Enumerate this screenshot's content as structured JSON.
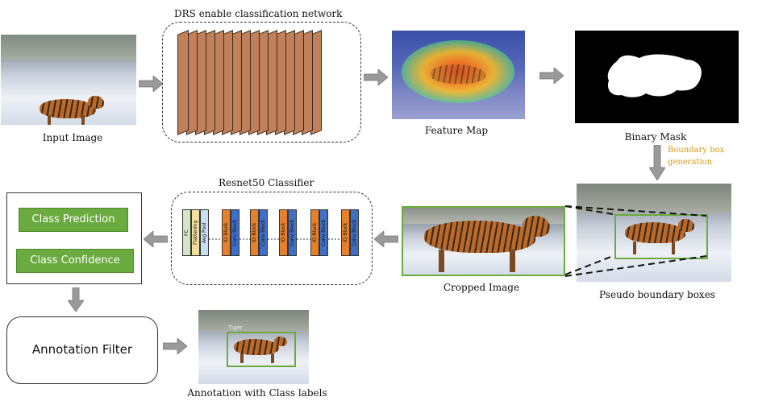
{
  "titles": {
    "drs": "DRS enable classification network",
    "resnet": "Resnet50 Classifier"
  },
  "captions": {
    "input": "Input Image",
    "feature": "Feature Map",
    "binary": "Binary Mask",
    "pseudo": "Pseudo boundary boxes",
    "cropped": "Cropped Image",
    "annotation_with_labels": "Annotation with Class labels"
  },
  "bbox_gen": {
    "line1": "Boundary box",
    "line2": "generation",
    "color": "#d49a1a"
  },
  "output_box": {
    "class_prediction": "Class Prediction",
    "class_confidence": "Class Confidence"
  },
  "annotation_filter": "Annotation Filter",
  "tiger_label": "Tiger",
  "resnet_blocks": {
    "fc": "FC",
    "flattening": "Flattening",
    "avg_pool": "Avg Pool",
    "id_block": "ID Block",
    "conv_block": "Conv Block"
  },
  "colors": {
    "box_green": "#6aaa3e",
    "arrow_gray": "#9a9a9a",
    "layer_brown": "#c0805a",
    "id_orange": "#e8802a",
    "conv_blue": "#3f6fc7"
  }
}
